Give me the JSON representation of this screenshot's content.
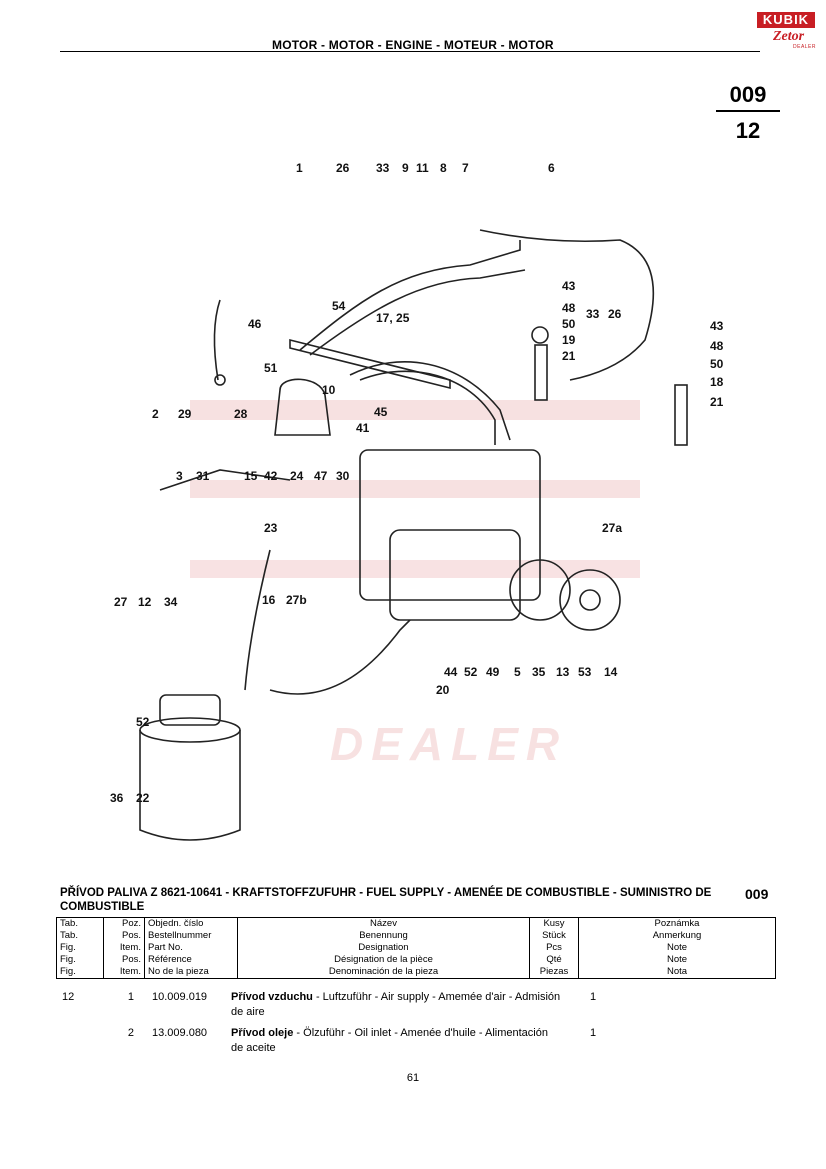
{
  "header": {
    "title": "MOTOR - MOTOR - ENGINE - MOTEUR - MOTOR"
  },
  "logo": {
    "brand": "KUBIK",
    "sub": "Zetor",
    "dealer": "DEALER"
  },
  "page_ref": {
    "group": "009",
    "table": "12"
  },
  "watermark": {
    "text": "DEALER"
  },
  "callouts": [
    "1",
    "26",
    "33",
    "9",
    "11",
    "8",
    "7",
    "6",
    "43",
    "48",
    "50",
    "19",
    "21",
    "33",
    "26",
    "54",
    "46",
    "51",
    "17, 25",
    "10",
    "45",
    "41",
    "28",
    "2",
    "29",
    "43",
    "48",
    "50",
    "18",
    "21",
    "3",
    "31",
    "15",
    "42",
    "24",
    "47",
    "30",
    "23",
    "27a",
    "16",
    "27b",
    "27",
    "12",
    "34",
    "44",
    "52",
    "49",
    "5",
    "35",
    "13",
    "53",
    "14",
    "20",
    "52",
    "36",
    "22"
  ],
  "section": {
    "title": "PŘÍVOD PALIVA Z 8621-10641 - KRAFTSTOFFZUFUHR - FUEL SUPPLY - AMENÉE DE COMBUSTIBLE - SUMINISTRO DE COMBUSTIBLE",
    "number": "009"
  },
  "table_header": {
    "tab": [
      "Tab.",
      "Tab.",
      "Fig.",
      "Fig.",
      "Fig."
    ],
    "poz": [
      "Poz.",
      "Pos.",
      "Item.",
      "Pos.",
      "Item."
    ],
    "obj": [
      "Objedn. číslo",
      "Bestellnummer",
      "Part No.",
      "Référence",
      "No de la pieza"
    ],
    "nazev": [
      "Název",
      "Benennung",
      "Designation",
      "Désignation de la pièce",
      "Denominación de la pieza"
    ],
    "kusy": [
      "Kusy",
      "Stück",
      "Pcs",
      "Qté",
      "Piezas"
    ],
    "pozn": [
      "Poznámka",
      "Anmerkung",
      "Note",
      "Note",
      "Nota"
    ]
  },
  "rows": [
    {
      "tab": "12",
      "pos": "1",
      "part_no": "10.009.019",
      "name_bold": "Přívod vzduchu",
      "name_rest": " - Luftzuführ - Air supply - Amemée d'air - Admisión de aire",
      "qty": "1"
    },
    {
      "tab": "",
      "pos": "2",
      "part_no": "13.009.080",
      "name_bold": "Přívod oleje",
      "name_rest": " - Ölzuführ - Oil inlet - Amenée d'huile - Alimentación de aceite",
      "qty": "1"
    }
  ],
  "footer": {
    "page": "61"
  }
}
